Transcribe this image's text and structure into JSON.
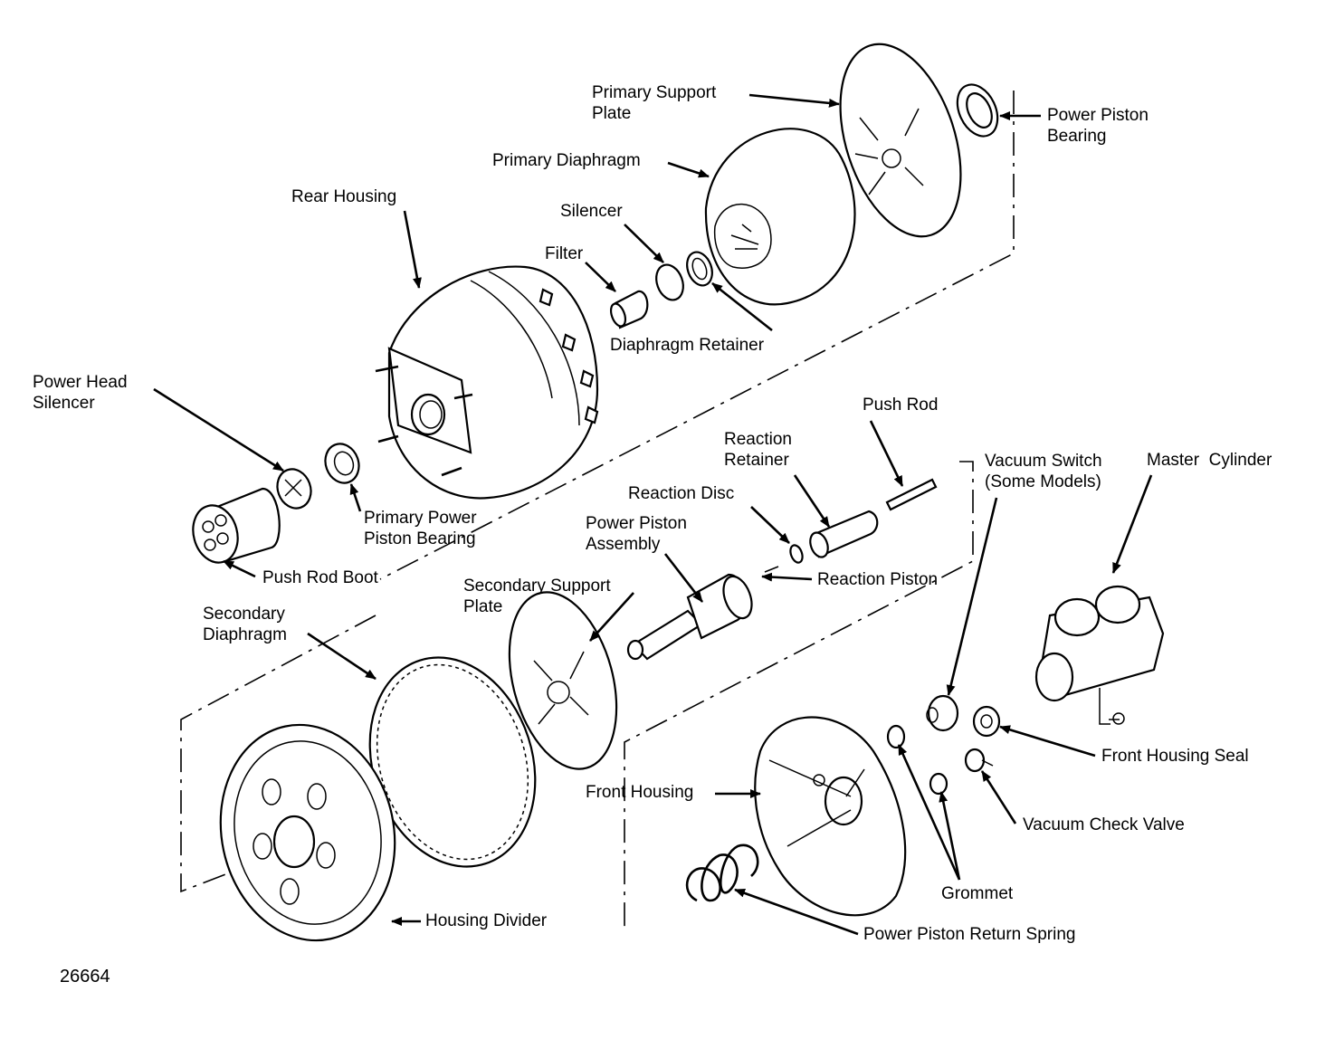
{
  "figure_number": "26664",
  "labels": {
    "primary_support_plate": "Primary Support\nPlate",
    "power_piston_bearing": "Power Piston\nBearing",
    "primary_diaphragm": "Primary Diaphragm",
    "rear_housing": "Rear Housing",
    "silencer": "Silencer",
    "filter": "Filter",
    "diaphragm_retainer": "Diaphragm Retainer",
    "power_head_silencer": "Power Head\nSilencer",
    "primary_power_piston_bearing": "Primary Power\nPiston Bearing",
    "push_rod_boot": "Push Rod Boot",
    "push_rod": "Push Rod",
    "reaction_retainer": "Reaction\nRetainer",
    "reaction_disc": "Reaction Disc",
    "power_piston_assembly": "Power Piston\nAssembly",
    "reaction_piston": "Reaction Piston",
    "vacuum_switch": "Vacuum Switch\n(Some Models)",
    "master_cylinder": "Master  Cylinder",
    "secondary_support_plate": "Secondary Support\nPlate",
    "secondary_diaphragm": "Secondary\nDiaphragm",
    "front_housing_seal": "Front Housing Seal",
    "front_housing": "Front Housing",
    "vacuum_check_valve": "Vacuum Check Valve",
    "grommet": "Grommet",
    "housing_divider": "Housing Divider",
    "power_piston_return_spring": "Power Piston Return Spring"
  }
}
